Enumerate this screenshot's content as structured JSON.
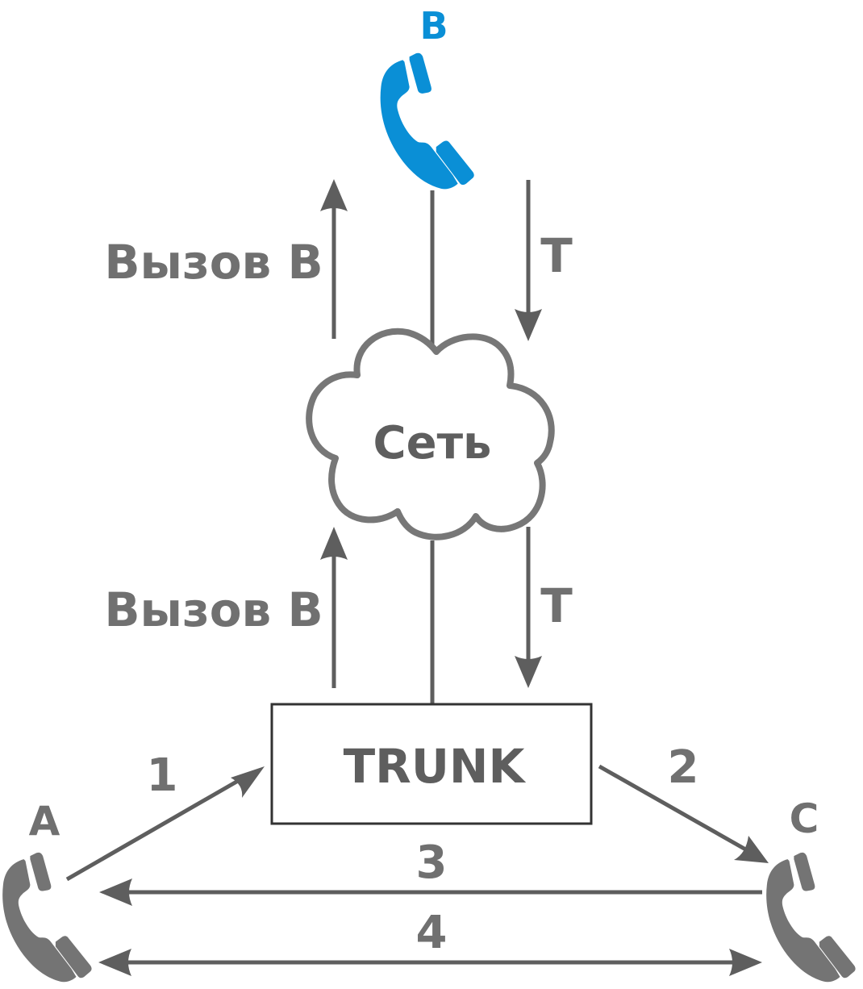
{
  "diagram": {
    "nodes": {
      "phone_b": {
        "label": "B",
        "icon": "phone-handset-icon",
        "color": "#0a8fd6"
      },
      "phone_a": {
        "label": "A",
        "icon": "phone-handset-icon",
        "color": "#707070"
      },
      "phone_c": {
        "label": "C",
        "icon": "phone-handset-icon",
        "color": "#707070"
      },
      "network": {
        "label": "Сеть",
        "shape": "cloud"
      },
      "trunk": {
        "label": "TRUNK",
        "shape": "rectangle"
      }
    },
    "edges": {
      "call_b_upper": {
        "label": "Вызов B",
        "from": "network",
        "to": "phone_b",
        "direction": "up"
      },
      "t_upper": {
        "label": "T",
        "from": "phone_b",
        "to": "network",
        "direction": "down"
      },
      "call_b_lower": {
        "label": "Вызов B",
        "from": "trunk",
        "to": "network",
        "direction": "up"
      },
      "t_lower": {
        "label": "T",
        "from": "network",
        "to": "trunk",
        "direction": "down"
      },
      "step1": {
        "label": "1",
        "from": "phone_a",
        "to": "trunk"
      },
      "step2": {
        "label": "2",
        "from": "trunk",
        "to": "phone_c"
      },
      "step3": {
        "label": "3",
        "from": "phone_c",
        "to": "phone_a"
      },
      "step4": {
        "label": "4",
        "from": "phone_a",
        "to": "phone_c",
        "bidirectional": true
      }
    }
  }
}
